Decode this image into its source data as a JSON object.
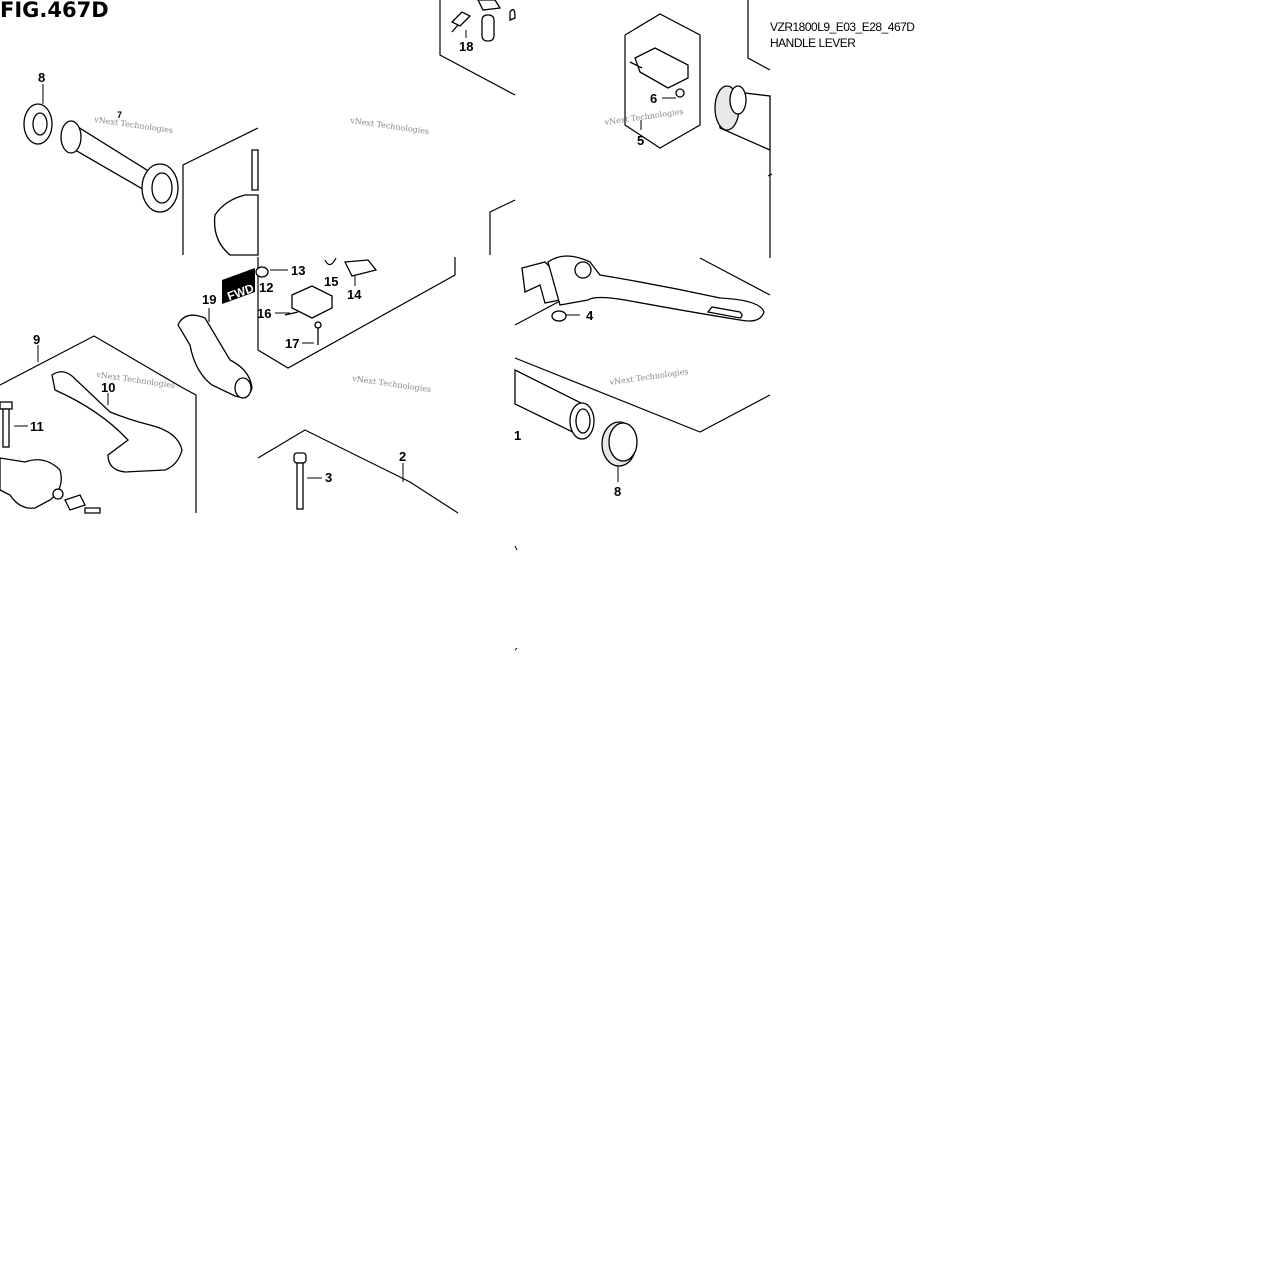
{
  "figure": {
    "title": "FIG.467D",
    "code": "VZR1800L9_E03_E28_467D",
    "name": "HANDLE LEVER"
  },
  "watermark": "vNext Technologies",
  "callouts": [
    {
      "id": "c8a",
      "label": "8"
    },
    {
      "id": "c18",
      "label": "18"
    },
    {
      "id": "c6",
      "label": "6"
    },
    {
      "id": "c5",
      "label": "5"
    },
    {
      "id": "c13",
      "label": "13"
    },
    {
      "id": "c12",
      "label": "12"
    },
    {
      "id": "c15",
      "label": "15"
    },
    {
      "id": "c14",
      "label": "14"
    },
    {
      "id": "c19",
      "label": "19"
    },
    {
      "id": "c16",
      "label": "16"
    },
    {
      "id": "c17",
      "label": "17"
    },
    {
      "id": "c4",
      "label": "4"
    },
    {
      "id": "c9",
      "label": "9"
    },
    {
      "id": "c10",
      "label": "10"
    },
    {
      "id": "c11",
      "label": "11"
    },
    {
      "id": "c2",
      "label": "2"
    },
    {
      "id": "c3",
      "label": "3"
    },
    {
      "id": "c1",
      "label": "1"
    },
    {
      "id": "c8b",
      "label": "8"
    },
    {
      "id": "c7",
      "label": "7"
    }
  ],
  "fwd_label": "FWD"
}
